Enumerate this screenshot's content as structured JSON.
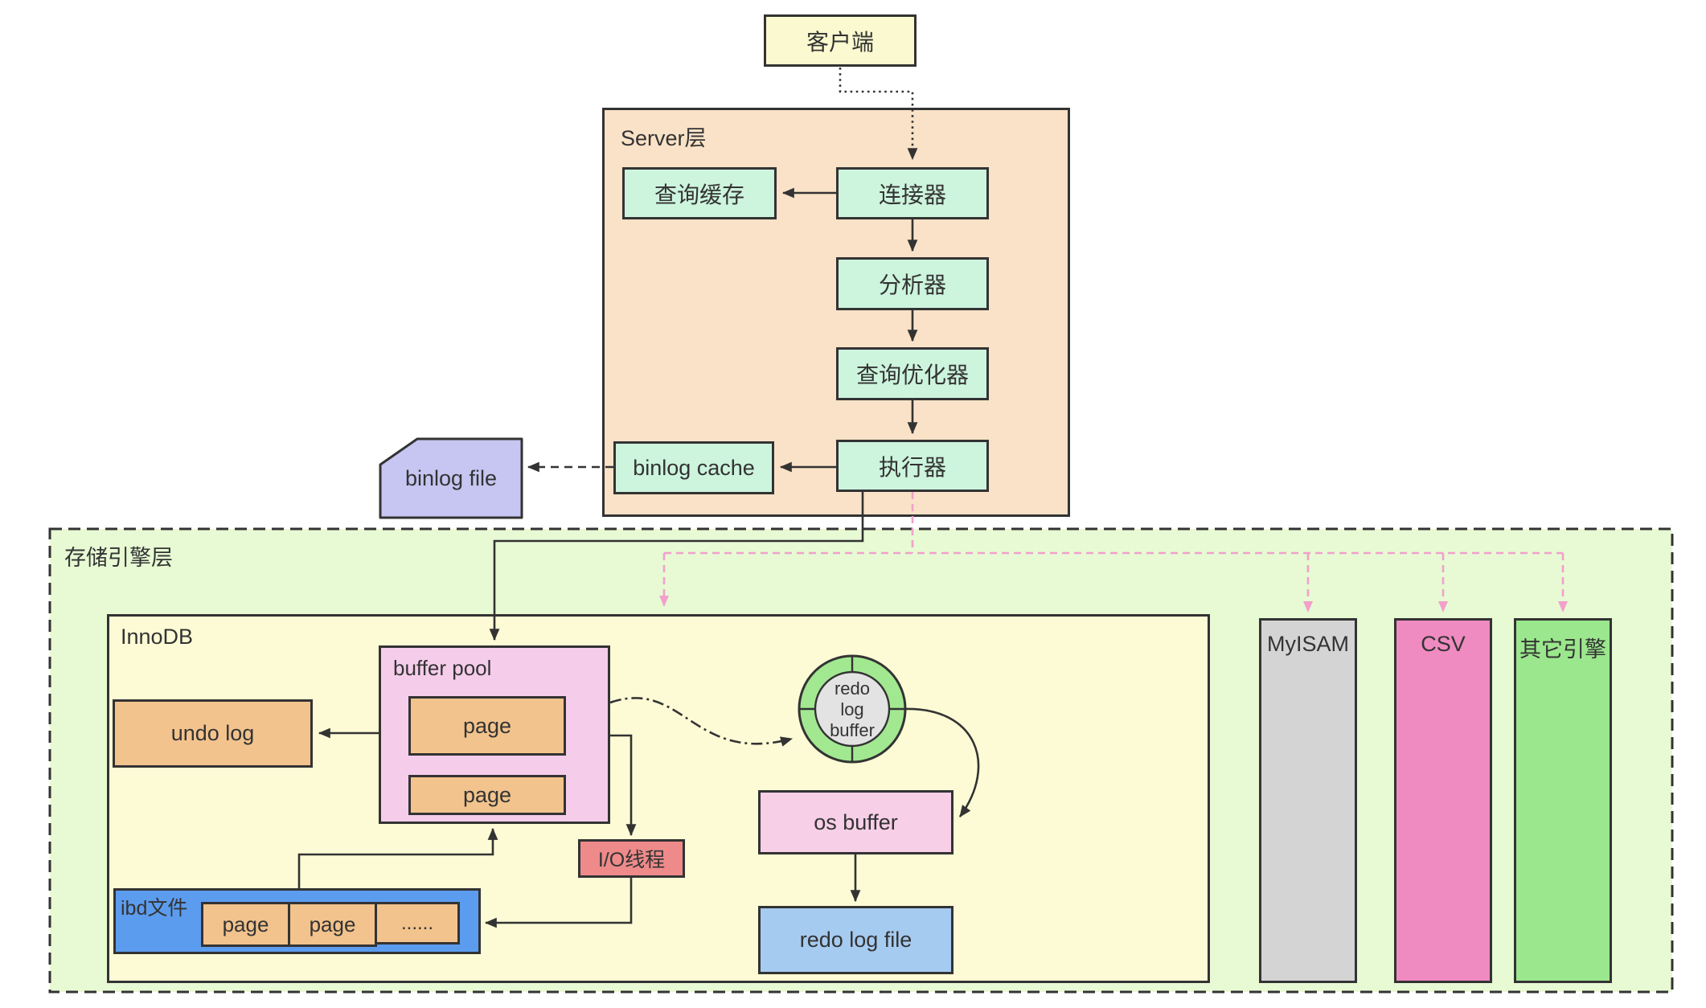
{
  "client": {
    "label": "客户端"
  },
  "server": {
    "title": "Server层",
    "query_cache": "查询缓存",
    "connector": "连接器",
    "analyzer": "分析器",
    "optimizer": "查询优化器",
    "executor": "执行器",
    "binlog_cache": "binlog cache"
  },
  "binlog_file": {
    "label": "binlog file"
  },
  "storage": {
    "title": "存储引擎层",
    "innodb": {
      "title": "InnoDB",
      "buffer_pool": {
        "title": "buffer pool",
        "pages": [
          "page",
          "page"
        ]
      },
      "undo_log": "undo log",
      "io_thread": "I/O线程",
      "ibd": {
        "title": "ibd文件",
        "pages": [
          "page",
          "page",
          "......"
        ]
      },
      "redo_buffer": {
        "line1": "redo",
        "line2": "log",
        "line3": "buffer"
      },
      "os_buffer": "os buffer",
      "redo_log_file": "redo log file"
    },
    "engines": [
      {
        "label": "MyISAM",
        "color": "#D4D4D4"
      },
      {
        "label": "CSV",
        "color": "#EF8BC0"
      },
      {
        "label": "其它引擎",
        "color": "#9BE78D"
      }
    ]
  },
  "colors": {
    "client_fill": "#FBF9CF",
    "server_fill": "#F9E2C7",
    "mint_fill": "#CDF4DD",
    "binlog_file_fill": "#C7C5F1",
    "storage_fill": "#E7FAD4",
    "innodb_fill": "#FCFBD5",
    "buffer_pool_fill": "#F5CDEB",
    "page_fill": "#F2C38D",
    "io_thread_fill": "#EE8A8A",
    "ibd_fill": "#5C9CEF",
    "os_buffer_fill": "#F7CFE7",
    "redo_file_fill": "#A6CBF1",
    "redo_ring_fill": "#A2E891",
    "redo_core_fill": "#E3E3E3",
    "pink_line": "#F2A0CB",
    "line": "#333333"
  }
}
